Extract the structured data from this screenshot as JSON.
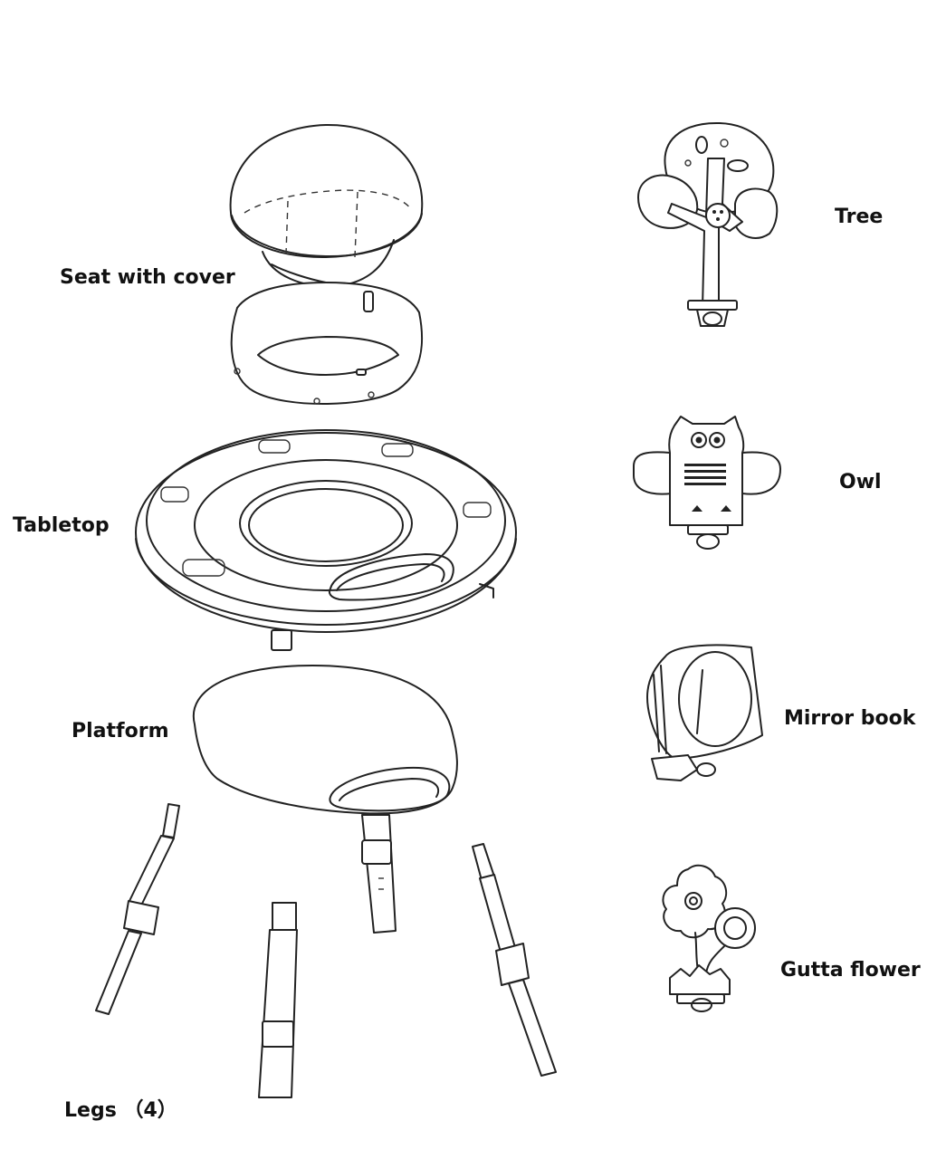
{
  "labels": {
    "seat": "Seat with cover",
    "tabletop": "Tabletop",
    "platform": "Platform",
    "legs": "Legs （4）",
    "tree": "Tree",
    "owl": "Owl",
    "mirror_book": "Mirror book",
    "gutta_flower": "Gutta flower"
  },
  "colors": {
    "line": "#222222",
    "background": "#ffffff"
  }
}
